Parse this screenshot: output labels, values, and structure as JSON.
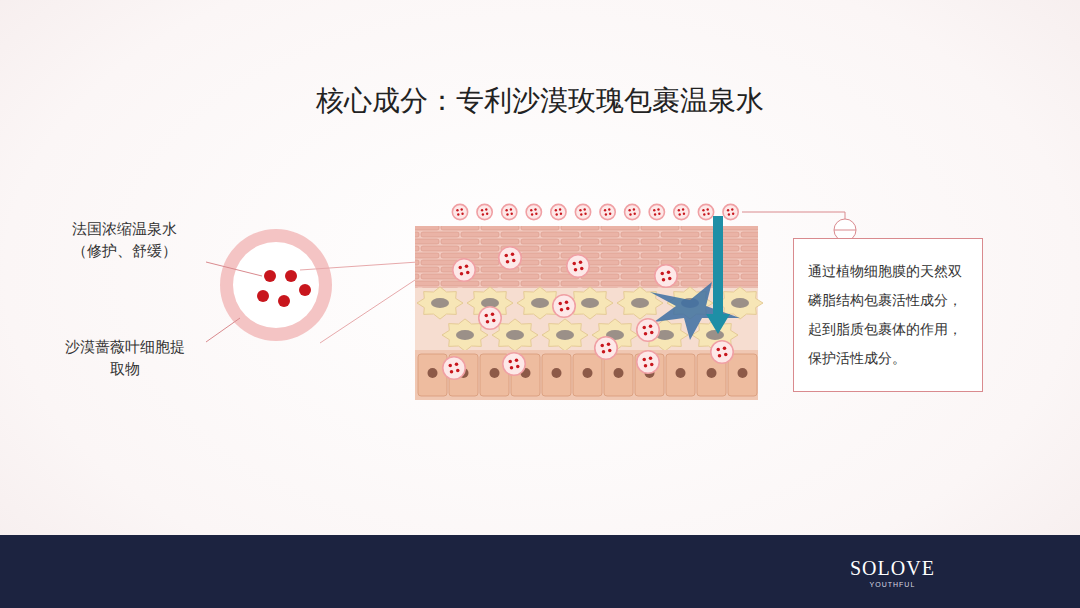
{
  "diagram": {
    "title": "核心成分：专利沙漠玫瑰包裹温泉水",
    "nodes": [
      {
        "text": [
          "通过植物细胞膜的天然双 磷脂结构包裹活性成分， 起到脂质包裹体的作用， 保护活性成分。"
        ]
      },
      {
        "text": [
          "SOLOVE",
          "YOUTHFUL"
        ]
      }
    ],
    "labels": [
      "法国浓缩温泉水 （修护、舒缓）",
      "沙漠蔷薇叶细胞提 取物"
    ]
  }
}
